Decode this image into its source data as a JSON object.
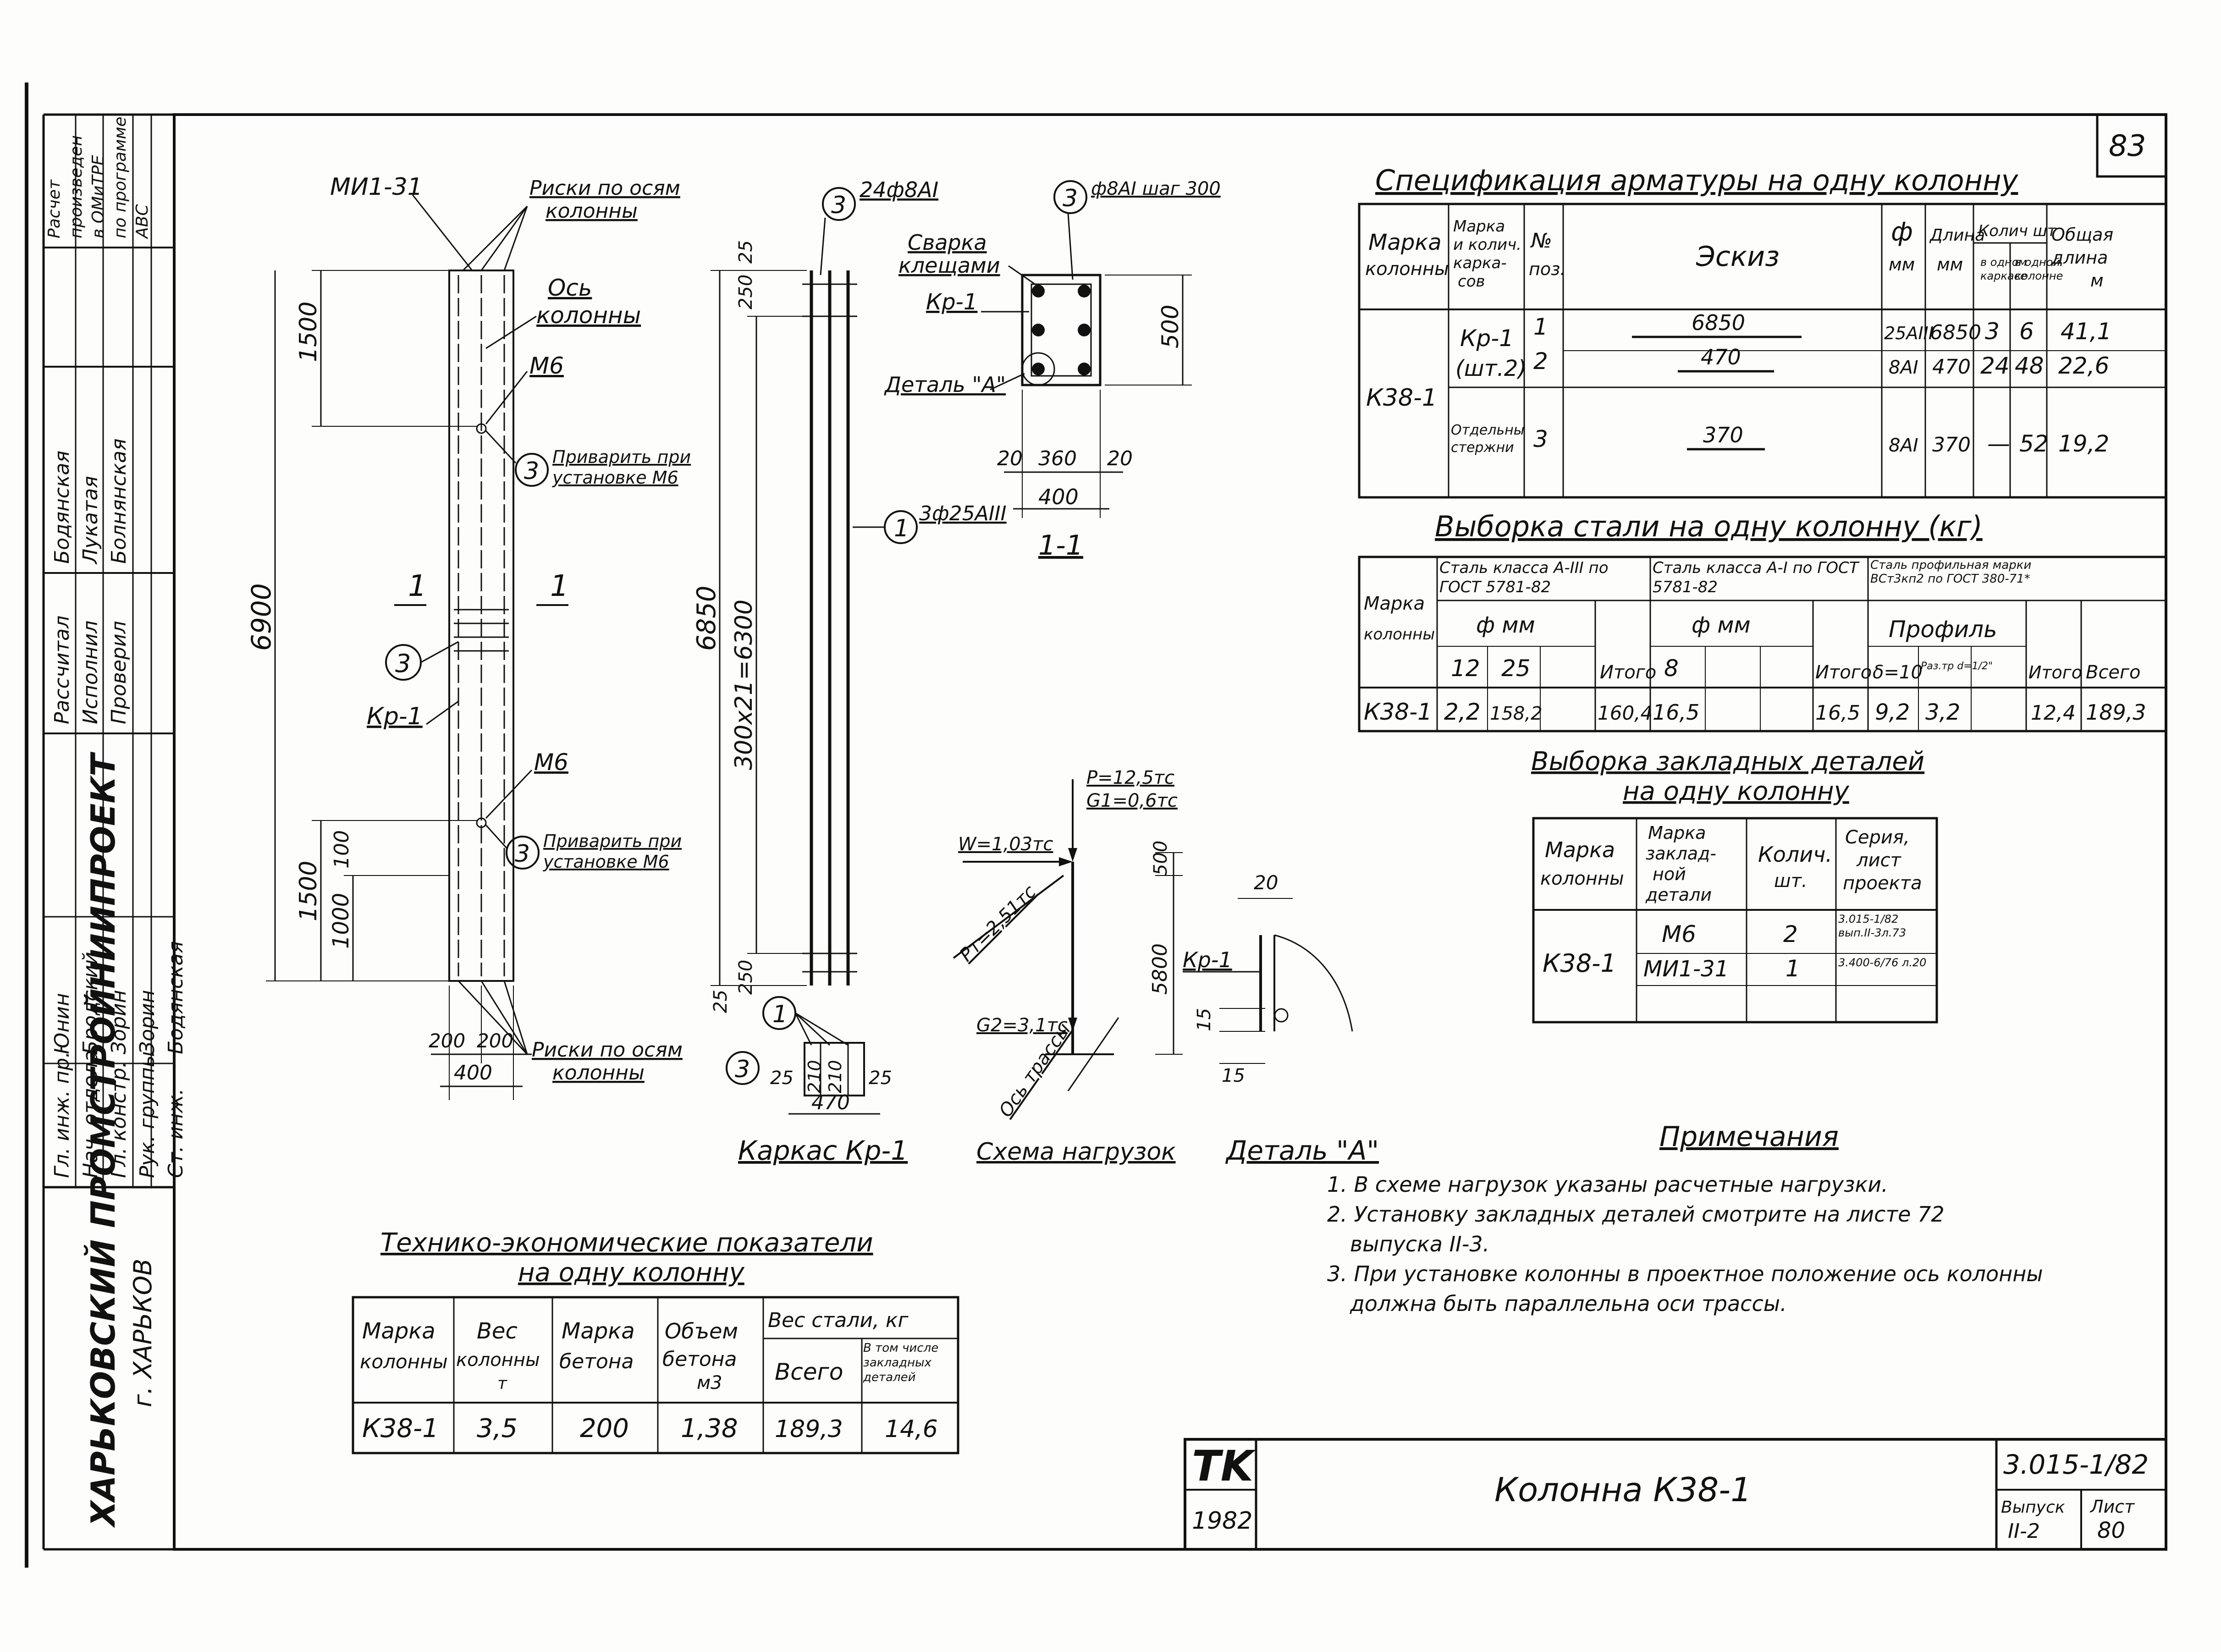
{
  "sheet_number": "83",
  "title_block": {
    "tk": "TK",
    "year": "1982",
    "drawing_title": "Колонна К38-1",
    "series": "3.015-1/82",
    "issue_label": "Выпуск",
    "issue_value": "II-2",
    "sheet_label": "Лист",
    "sheet_value": "80"
  },
  "side_stamp": {
    "organization": "ХАРЬКОВСКИЙ ПРОМСТРОЙНИИПРОЕКТ",
    "city": "г. ХАРЬКОВ",
    "note_lines": [
      "Расчет",
      "произведен",
      "в ОМиТРЕ",
      "по программе",
      "АВС"
    ],
    "roles": [
      "Гл. инж. пр.",
      "Нач. отдела",
      "Гл. констр.",
      "Рук. группы",
      "Ст. инж."
    ],
    "names": [
      "Юнин",
      "Бродский",
      "Зорин",
      "Зорин",
      "Бодянская"
    ],
    "roles2": [
      "Бодянская",
      "Лукатая",
      "Болнянская"
    ],
    "roles3": [
      "Рассчитал",
      "Исполнил",
      "Проверил"
    ]
  },
  "spec_table": {
    "title": "Спецификация арматуры на одну колонну",
    "headers": [
      "Марка колонны",
      "Марка и колич. каркасов",
      "№ поз.",
      "Эскиз",
      "ф мм",
      "Длина мм",
      "Колич шт",
      "в одном каркасе",
      "в одной колонне",
      "Общая длина м"
    ],
    "column_mark": "К38-1",
    "rows": [
      {
        "frame": "Кр-1",
        "pos": "1",
        "sketch": "6850",
        "dia": "25АIII",
        "len": "6850",
        "q1": "3",
        "q2": "6",
        "total": "41,1"
      },
      {
        "frame": "(шт.2)",
        "pos": "2",
        "sketch": "470",
        "dia": "8АI",
        "len": "470",
        "q1": "24",
        "q2": "48",
        "total": "22,6"
      },
      {
        "frame": "Отдельные стержни",
        "pos": "3",
        "sketch": "370",
        "dia": "8АI",
        "len": "370",
        "q1": "—",
        "q2": "52",
        "total": "19,2"
      }
    ]
  },
  "steel_table": {
    "title": "Выборка стали на одну колонну (кг)",
    "col_mark": "Марка колонны",
    "group1": "Сталь класса А-III по ГОСТ 5781-82",
    "group2": "Сталь класса А-I по ГОСТ 5781-82",
    "group3": "Сталь профильная марки ВСт3кп2 по ГОСТ 380-71*",
    "phi": "ф мм",
    "profile": "Профиль",
    "sub": [
      "12",
      "25",
      "Итого",
      "8",
      "Итого",
      "δ=10",
      "Раз.тр d=1/2\"",
      "Итого",
      "Всего"
    ],
    "row": [
      "К38-1",
      "2,2",
      "158,2",
      "160,4",
      "16,5",
      "16,5",
      "9,2",
      "3,2",
      "12,4",
      "189,3"
    ]
  },
  "embed_table": {
    "title1": "Выборка закладных деталей",
    "title2": "на одну колонну",
    "headers": [
      "Марка колонны",
      "Марка закладной детали",
      "Колич. шт.",
      "Серия, лист проекта"
    ],
    "mark": "К38-1",
    "rows": [
      {
        "detail": "М6",
        "qty": "2",
        "series": "3.015-1/82 вып.II-3л.73"
      },
      {
        "detail": "МИ1-31",
        "qty": "1",
        "series": "3.400-6/76 л.20"
      }
    ]
  },
  "tech_table": {
    "title1": "Технико-экономические показатели",
    "title2": "на одну колонну",
    "headers": [
      "Марка колонны",
      "Вес колонны т",
      "Марка бетона",
      "Объем бетона м3",
      "Вес стали, кг",
      "Всего",
      "В том числе закладных деталей"
    ],
    "row": [
      "К38-1",
      "3,5",
      "200",
      "1,38",
      "189,3",
      "14,6"
    ]
  },
  "notes": {
    "title": "Примечания",
    "items": [
      "1. В схеме нагрузок указаны расчетные нагрузки.",
      "2. Установку закладных деталей смотрите на листе 72",
      "выпуска II-3.",
      "3. При установке колонны в проектное положение ось колонны",
      "должна быть параллельна оси трассы."
    ]
  },
  "drawing_labels": {
    "mi": "МИ1-31",
    "risks_top1": "Риски по осям",
    "risks_top2": "колонны",
    "axis1": "Ось",
    "axis2": "колонны",
    "m6": "М6",
    "weld1": "Приварить при",
    "weld2": "установке М6",
    "kp1": "Кр-1",
    "section": "1",
    "circle3": "3",
    "risks_bot1": "Риски по осям",
    "risks_bot2": "колонны",
    "d1500": "1500",
    "d6900": "6900",
    "d1000": "1000",
    "d100": "100",
    "d200": "200",
    "d400": "400",
    "frame_caption": "Каркас Кр-1",
    "bars_top": "24ф8AI",
    "bars_1": "3ф25AIII",
    "d25": "25",
    "d250": "250",
    "d6850": "6850",
    "d300x21": "300x21=6300",
    "d470": "470",
    "d210": "210",
    "section_caption": "1-1",
    "weld_tongs1": "Сварка",
    "weld_tongs2": "клещами",
    "detail_a": "Деталь \"А\"",
    "step": "ф8AI шаг 300",
    "d500": "500",
    "d20": "20",
    "d360": "360",
    "load_caption": "Схема нагрузок",
    "p1": "P=12,5тс",
    "g1": "G1=0,6тс",
    "w": "W=1,03тс",
    "pt": "Pт=2,51тс",
    "g2": "G2=3,1тс",
    "d5800": "5800",
    "d500b": "500",
    "axis_trace": "Ось трассы",
    "detail_caption": "Деталь \"А\"",
    "d15": "15"
  }
}
